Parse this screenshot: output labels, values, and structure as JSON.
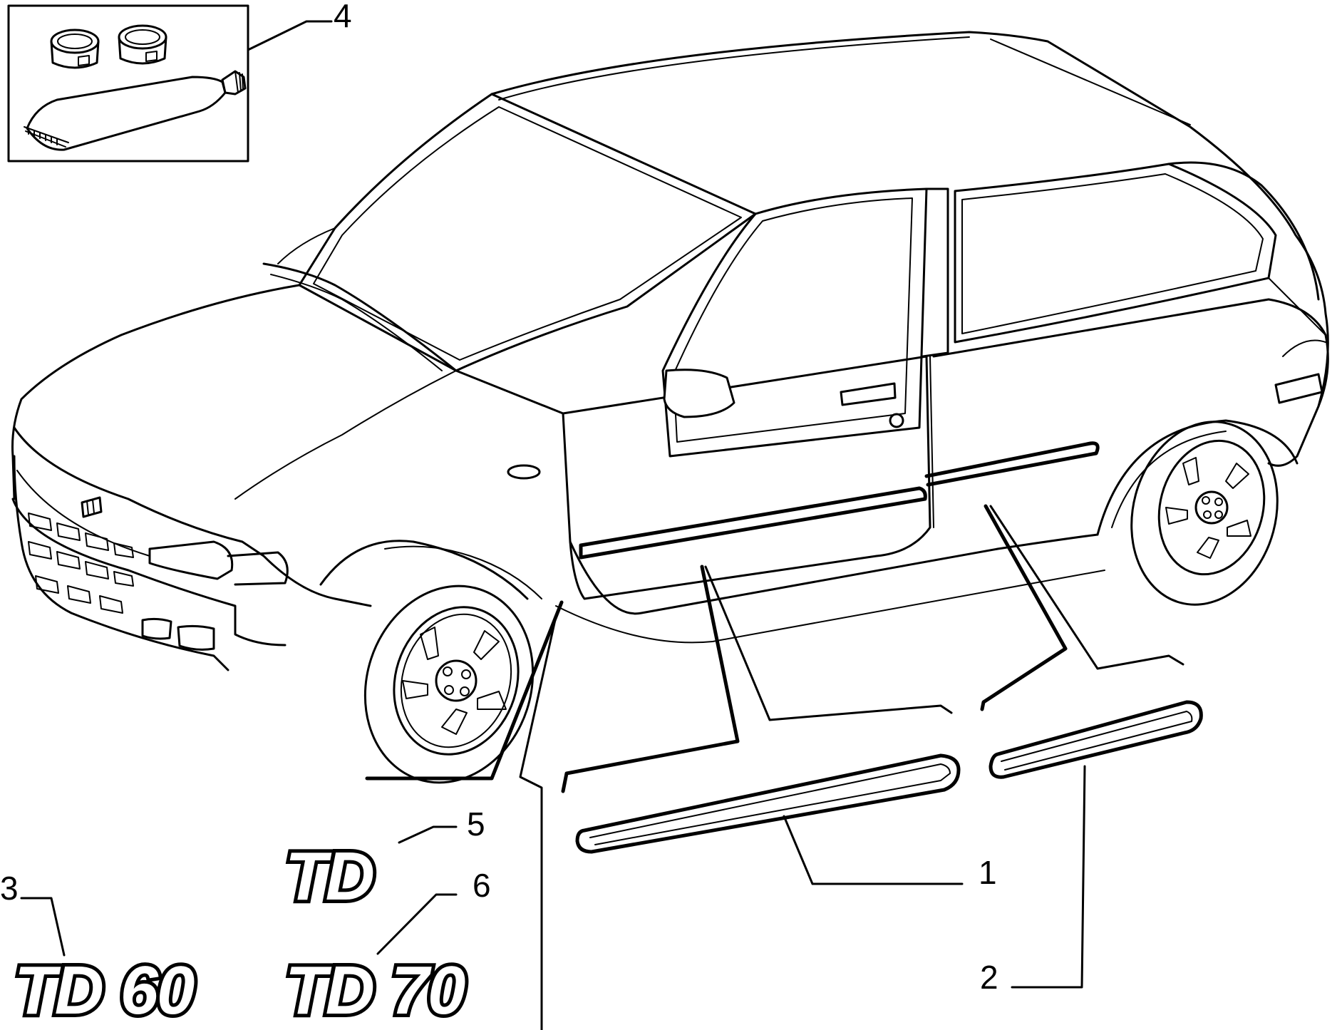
{
  "callouts": {
    "c1": "1",
    "c2": "2",
    "c3": "3",
    "c4": "4",
    "c5": "5",
    "c6": "6"
  },
  "badges": {
    "td": "TD",
    "td60": "TD 60",
    "td70": "TD 70"
  }
}
